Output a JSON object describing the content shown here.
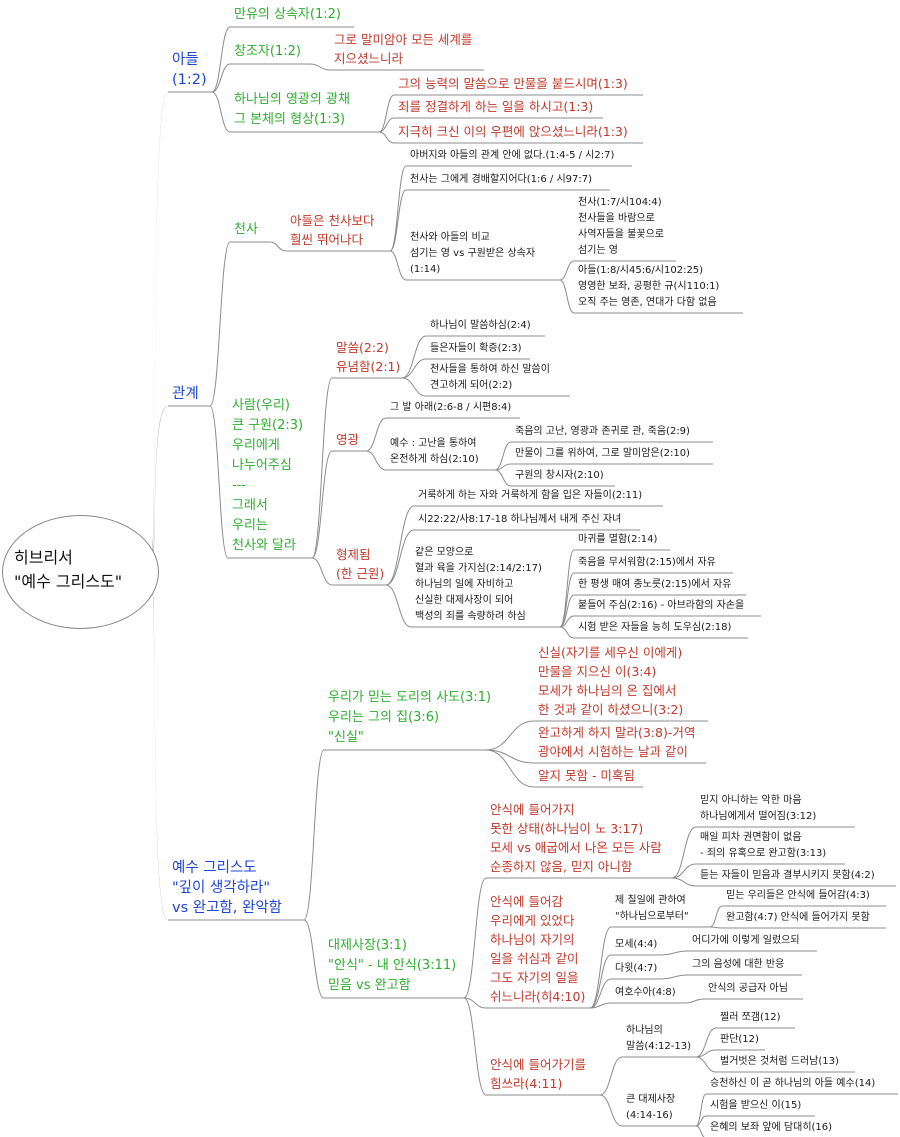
{
  "root": {
    "title": "히브리서\n\"예수 그리스도\""
  },
  "nodes": {
    "son": "아들\n(1:2)",
    "son_heir": "만유의 상속자(1:2)",
    "son_creator": "창조자(1:2)",
    "son_creator_d": "그로 말미암아 모든 세계를\n지으셨느니라",
    "son_glory": "하나님의 영광의 광채\n그 본체의 형상(1:3)",
    "son_glory_1": "그의 능력의 말씀으로 만물을 붙드시며(1:3)",
    "son_glory_2": "죄를 정결하게 하는 일을 하시고(1:3)",
    "son_glory_3": "지극히 크신 이의 우편에 앉으셨느니라(1:3)",
    "rel": "관계",
    "angel": "천사",
    "angel_sup": "아들은 천사보다\n훨씬 뛰어나다",
    "angel_1": "아버지와 아들의 관계 안에 없다.(1:4-5 / 시2:7)",
    "angel_2": "천사는 그에게 경배할지어다(1:6 / 시97:7)",
    "angel_cmp": "천사와 아들의 비교\n섬기는 영 vs 구원받은 상속자\n(1:14)",
    "angel_cmp_a": "천사(1:7/시104:4)\n천사들을 바람으로\n사역자들을 불꽃으로\n섬기는 영",
    "angel_cmp_b": "아들(1:8/시45:6/시102:25)\n영영한 보좌, 공평한 규(시110:1)\n오직 주는 영존, 연대가 다함 없음",
    "man": "사람(우리)\n큰 구원(2:3)\n우리에게\n나누어주심\n---\n그래서\n우리는\n천사와 달라",
    "word": "말씀(2:2)\n유념함(2:1)",
    "word_1": "하나님이 말씀하심(2:4)",
    "word_2": "들은자들이 확증(2:3)",
    "word_3": "천사들을 통하여 하신 말씀이\n견고하게 되어(2:2)",
    "glory": "영광",
    "glory_1": "그 발 아래(2:6-8 / 시편8:4)",
    "glory_2": "예수 : 고난을 통하여\n온전하게 하심(2:10)",
    "glory_2a": "죽음의 고난, 영광과 존귀로 관, 죽음(2:9)",
    "glory_2b": "만물이 그를 위하여, 그로 말미암은(2:10)",
    "glory_2c": "구원의 창시자(2:10)",
    "bro": "형제됨\n(한 근원)",
    "bro_1": "거룩하게 하는 자와 거룩하게 함을 입은 자들이(2:11)",
    "bro_2": "시22:22/사8:17-18 하나님께서 내게 주신 자녀",
    "bro_3": "같은 모양으로\n혈과 육을 가지심(2:14/2:17)\n하나님의 일에 자비하고\n신실한 대제사장이 되어\n백성의 죄를 속량하려 하심",
    "bro_3a": "마귀를 멸함(2:14)",
    "bro_3b": "죽음을 무서워함(2:15)에서 자유",
    "bro_3c": "한 평생 매여 종노릇(2:15)에서 자유",
    "bro_3d": "붙들어 주심(2:16) - 아브라함의 자손을",
    "bro_3e": "시험 받은 자들을 능히 도우심(2:18)",
    "jesus": "예수 그리스도\n\"깊이 생각하라\"\nvs 완고함, 완악함",
    "apostle": "우리가 믿는 도리의 사도(3:1)\n우리는 그의 집(3:6)\n\"신실\"",
    "faith_1": "신실(자기를 세우신 이에게)\n만물을 지으신 이(3:4)\n모세가 하나님의 온 집에서\n한 것과 같이 하셨으니(3:2)",
    "faith_2": "완고하게 하지 말라(3:8)-거역\n광야에서 시험하는 날과 같이",
    "faith_3": "알지 못함 - 미혹됨",
    "priest": "대제사장(3:1)\n\"안식\" - 내 안식(3:11)\n믿음 vs 완고함",
    "rest_a": "안식에 들어가지\n못한 상태(하나님이 노 3:17)\n모세 vs 애굽에서 나온 모든 사람\n순종하지 않음, 믿지 아니함",
    "rest_a1": "믿지 아니하는 악한 마음\n하나님에게서 떨어짐(3:12)",
    "rest_a2": "매일 피차 권면함이 없음\n- 죄의 유혹으로 완고함(3:13)",
    "rest_a3": "듣는 자들이 믿음과 결부시키지 못함(4:2)",
    "rest_b": "안식에 들어감\n우리에게 있었다\n하나님이 자기의\n일을 쉬심과 같이\n그도 자기의 일을\n쉬느니라(히4:10)",
    "rest_b1": "제 칠일에 관하여\n\"하나님으로부터\"",
    "rest_b1a": "믿는 우리들은 안식에 들어감(4:3)",
    "rest_b1b": "완고함(4:7) 안식에 들어가지 못함",
    "rest_b2": "모세(4:4)",
    "rest_b2a": "어디가에 이렇게 일렀으되",
    "rest_b3": "다윗(4:7)",
    "rest_b3a": "그의 음성에 대한 반응",
    "rest_b4": "여호수아(4:8)",
    "rest_b4a": "안식의 공급자 아님",
    "rest_c": "안식에 들어가기를\n힘쓰라(4:11)",
    "rest_c1": "하나님의\n말씀(4:12-13)",
    "rest_c1a": "찔러 쪼갬(12)",
    "rest_c1b": "판단(12)",
    "rest_c1c": "벌거벗은 것처럼 드러남(13)",
    "rest_c2": "큰 대제사장\n(4:14-16)",
    "rest_c2a": "승천하신 이 곧 하나님의 아들 예수(14)",
    "rest_c2b": "시험을 받으신 이(15)",
    "rest_c2c": "은혜의 보좌 앞에 담대히(16)"
  },
  "colors": {
    "blue": "#1f47d6",
    "green": "#2fae2f",
    "red": "#c0392b",
    "line": "#8c8c8c"
  }
}
